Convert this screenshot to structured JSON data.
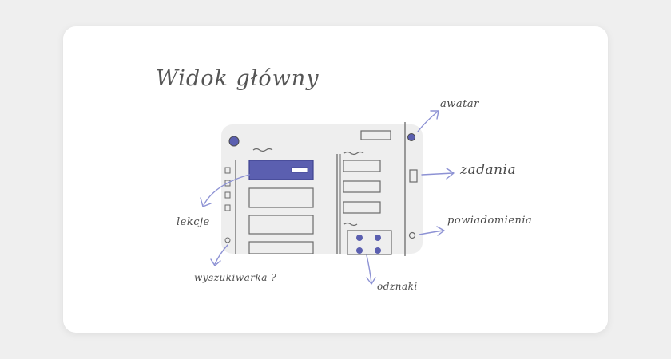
{
  "title": "Widok główny",
  "labels": {
    "avatar": "awatar",
    "tasks": "zadania",
    "notifications": "powiadomienia",
    "lessons": "lekcje",
    "search": "wyszukiwarka ?",
    "badges": "odznaki"
  },
  "colors": {
    "accent": "#5b5fb0",
    "arrow": "#8d92d4",
    "panel": "#eeeeee",
    "stroke": "#6b6b6b"
  }
}
